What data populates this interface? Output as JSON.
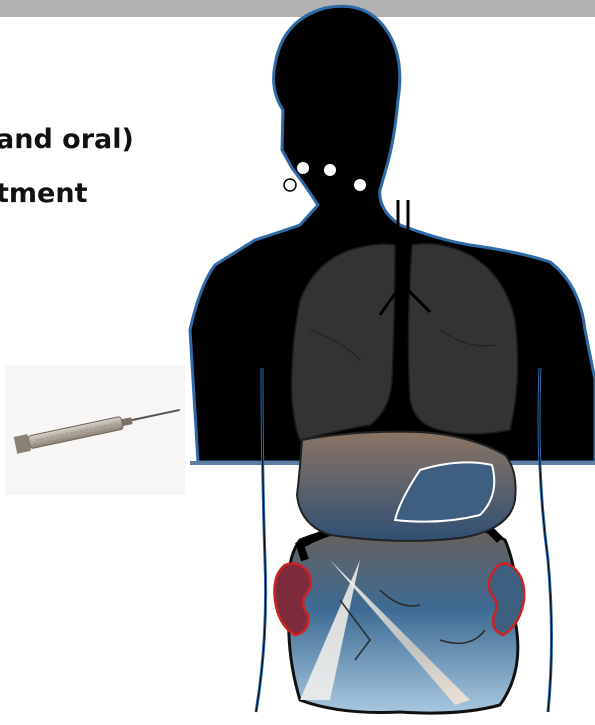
{
  "text": {
    "line_1": "and oral)",
    "line_2": "tment"
  },
  "colors": {
    "header_bar": "#b2b2b2",
    "body_silhouette": "#000000",
    "outline": "#2e6aa8",
    "lungs": "#333333",
    "liver": "#7a6a5a",
    "kidneys": "#cc2222",
    "abdomen_gradient_top": "#5b6f86",
    "abdomen_gradient_bottom": "#7fa6c9"
  },
  "icons": {
    "syringe": "syringe-icon",
    "dot": "lymph-node-dot"
  }
}
